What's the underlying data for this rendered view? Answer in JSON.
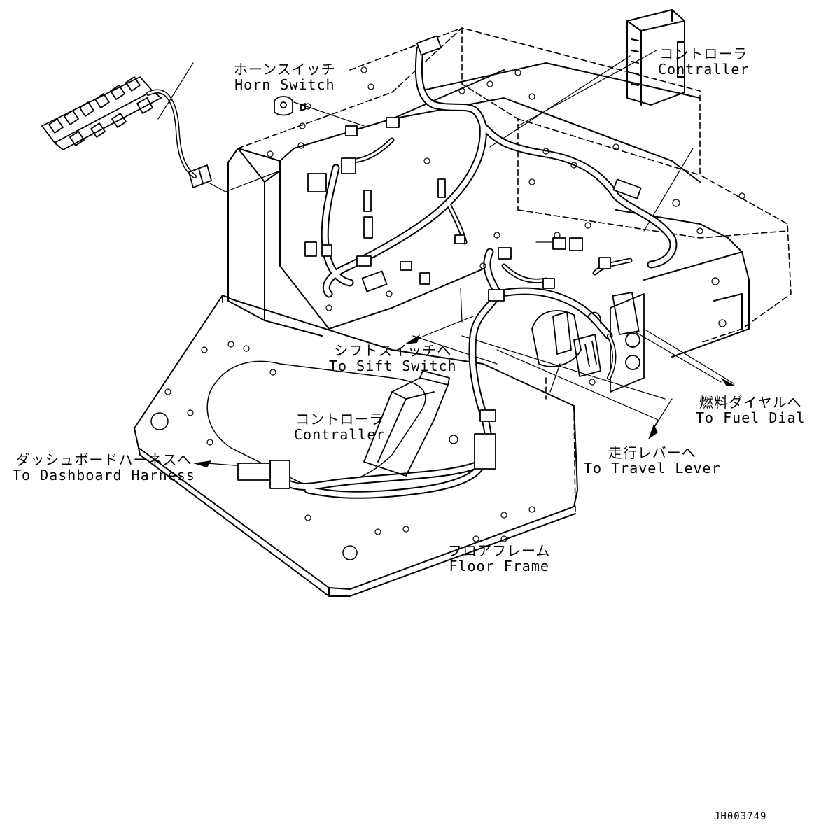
{
  "labels": {
    "horn_switch": {
      "ja": "ホーンスイッチ",
      "en": "Horn Switch"
    },
    "controller_top": {
      "ja": "コントローラ",
      "en": "Contraller"
    },
    "shift_switch": {
      "ja": "シフトスイッチへ",
      "en": "To Sift Switch"
    },
    "controller_mid": {
      "ja": "コントローラ",
      "en": "Contraller"
    },
    "dashboard_harness": {
      "ja": "ダッシュボードハーネスへ",
      "en": "To Dashboard Harness"
    },
    "fuel_dial": {
      "ja": "燃料ダイヤルへ",
      "en": "To Fuel Dial"
    },
    "travel_lever": {
      "ja": "走行レバーへ",
      "en": "To Travel Lever"
    },
    "floor_frame": {
      "ja": "フロアフレーム",
      "en": "Floor Frame"
    }
  },
  "figure_code": "JH003749",
  "colors": {
    "line": "#000000",
    "background": "#ffffff"
  }
}
